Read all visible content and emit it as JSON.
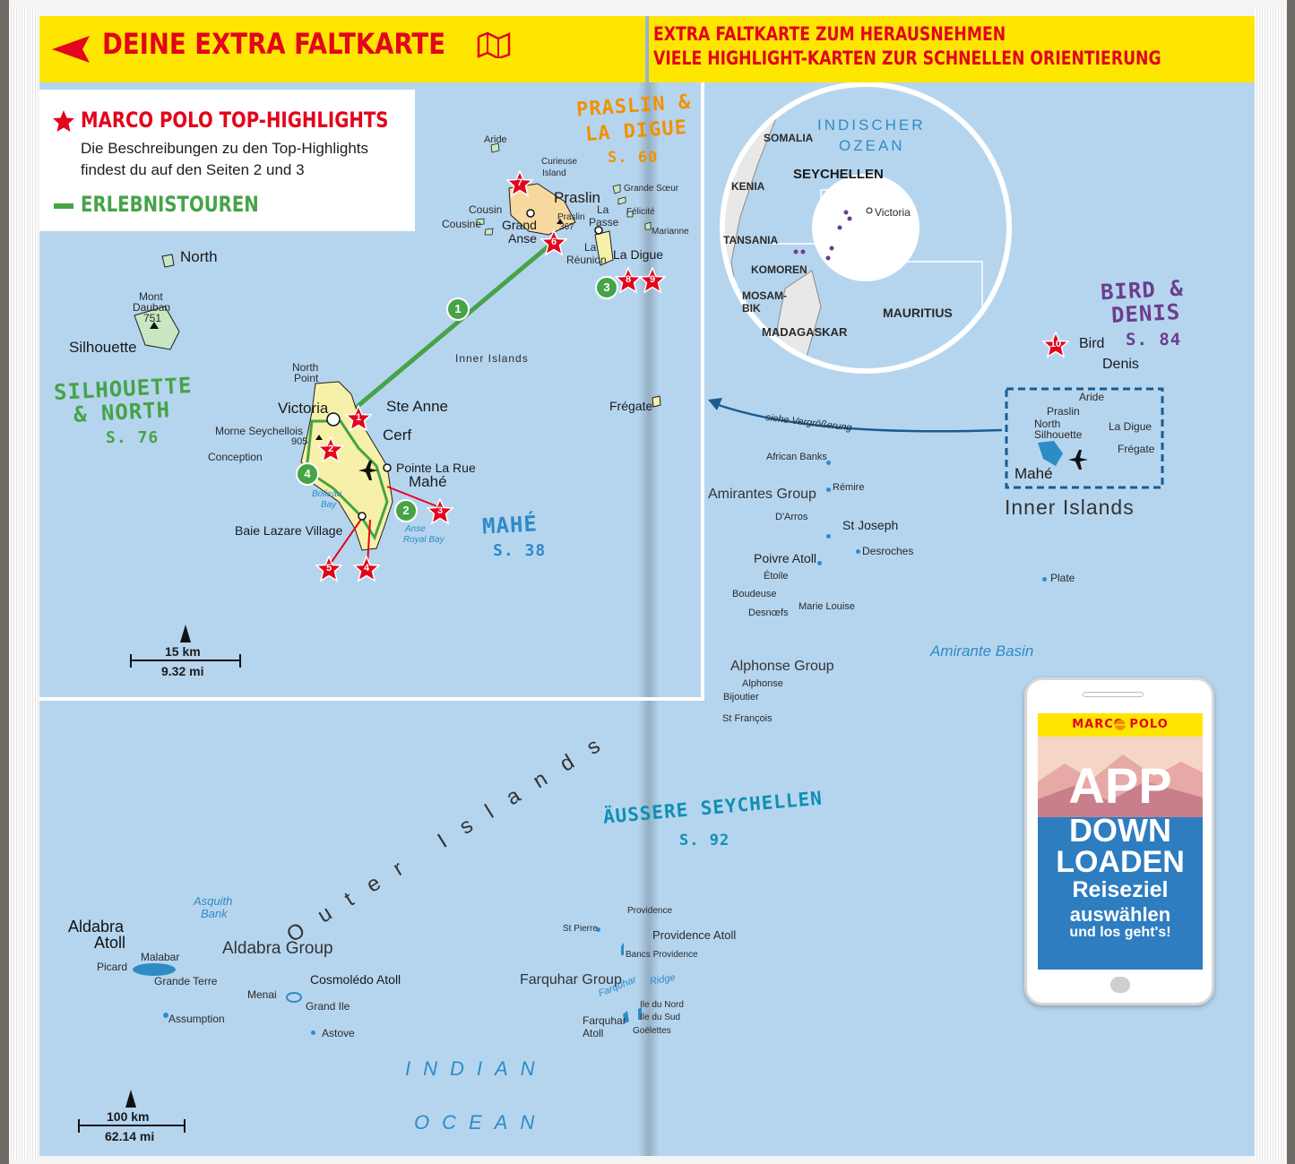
{
  "colors": {
    "sea": "#b5d5ef",
    "banner": "#ffe600",
    "red": "#e2051b",
    "green": "#46a347",
    "orange": "#f29100",
    "purple": "#6b3d8f",
    "teal": "#0f8fb4",
    "phone_blue": "#2e7dc1"
  },
  "banner": {
    "title": "DEINE EXTRA FALTKARTE",
    "right_line1": "EXTRA FALTKARTE ZUM HERAUSNEHMEN",
    "right_line2": "VIELE HIGHLIGHT-KARTEN ZUR SCHNELLEN ORIENTIERUNG"
  },
  "legend": {
    "highlights_title": "MARCO POLO TOP-HIGHLIGHTS",
    "highlights_line1": "Die Beschreibungen zu den Top-Highlights",
    "highlights_line2": "findest du auf den Seiten 2 und 3",
    "tours_title": "ERLEBNISTOUREN"
  },
  "regions": {
    "praslin_1": "PRASLIN &",
    "praslin_2": "LA DIGUE",
    "praslin_page": "S. 60",
    "silhouette_1": "SILHOUETTE",
    "silhouette_2": "& NORTH",
    "silhouette_page": "S. 76",
    "mahe": "MAHÉ",
    "mahe_page": "S. 38",
    "bird_1": "BIRD &",
    "bird_2": "DENIS",
    "bird_page": "S. 84",
    "aussere": "ÄUSSERE SEYCHELLEN",
    "aussere_page": "S. 92"
  },
  "places_inner": {
    "aride": "Aride",
    "curieuse_1": "Curieuse",
    "curieuse_2": "Island",
    "praslin": "Praslin",
    "cousin": "Cousin",
    "cousine": "Cousine",
    "grand_anse_1": "Grand",
    "grand_anse_2": "Anse",
    "grande_soeur": "Grande Sœur",
    "felicite": "Félicité",
    "marianne": "Marianne",
    "la_passe_1": "La",
    "la_passe_2": "Passe",
    "la_reunion_1": "La",
    "la_reunion_2": "Réunion",
    "la_digue": "La Digue",
    "praslin_peak_1": "Praslin",
    "praslin_peak_2": "367",
    "north": "North",
    "mont_dauban_1": "Mont",
    "mont_dauban_2": "Dauban",
    "mont_dauban_3": "751",
    "silhouette": "Silhouette",
    "inner_islands": "Inner Islands",
    "fregate": "Frégate",
    "north_point_1": "North",
    "north_point_2": "Point",
    "victoria": "Victoria",
    "ste_anne": "Ste Anne",
    "cerf": "Cerf",
    "morne": "Morne Seychellois",
    "morne_height": "905",
    "conception": "Conception",
    "pointe_la_rue": "Pointe La Rue",
    "mahe": "Mahé",
    "boileau_1": "Boileau",
    "boileau_2": "Bay",
    "anse_royal_1": "Anse",
    "anse_royal_2": "Royal Bay",
    "baie_lazare": "Baie Lazare Village"
  },
  "scale_inner": {
    "km": "15 km",
    "mi": "9.32 mi"
  },
  "inset": {
    "indischer": "INDISCHER",
    "ozean": "OZEAN",
    "somalia": "SOMALIA",
    "kenia": "KENIA",
    "seychellen": "SEYCHELLEN",
    "victoria": "Victoria",
    "tansania": "TANSANIA",
    "komoren": "KOMOREN",
    "mosambik_1": "MOSAM-",
    "mosambik_2": "BIK",
    "madagaskar": "MADAGASKAR",
    "mauritius": "MAURITIUS"
  },
  "places_right": {
    "bird": "Bird",
    "denis": "Denis",
    "loc_aride": "Aride",
    "loc_praslin": "Praslin",
    "loc_north": "North",
    "loc_silhouette": "Silhouette",
    "loc_la_digue": "La Digue",
    "loc_fregate": "Frégate",
    "loc_mahe": "Mahé",
    "loc_inner": "Inner Islands",
    "siehe": "siehe Vergrößerung",
    "african_banks": "African Banks",
    "amirantes": "Amirantes Group",
    "remire": "Rémire",
    "darros": "D'Arros",
    "st_joseph": "St Joseph",
    "desroches": "Desroches",
    "poivre": "Poivre Atoll",
    "etoile": "Étoile",
    "boudeuse": "Boudeuse",
    "marie_louise": "Marie Louise",
    "desnoefs": "Desnœfs",
    "plate": "Plate",
    "amirante_basin": "Amirante Basin",
    "alphonse_group": "Alphonse Group",
    "alphonse": "Alphonse",
    "bijoutier": "Bijoutier",
    "st_francois": "St François"
  },
  "places_outer": {
    "outer_islands": "Outer Islands",
    "asquith_1": "Asquith",
    "asquith_2": "Bank",
    "aldabra_atoll_1": "Aldabra",
    "aldabra_atoll_2": "Atoll",
    "aldabra_group": "Aldabra Group",
    "malabar": "Malabar",
    "picard": "Picard",
    "grande_terre": "Grande Terre",
    "cosmoledo": "Cosmolédo Atoll",
    "menai": "Menai",
    "grand_ile": "Grand Ile",
    "assumption": "Assumption",
    "astove": "Astove",
    "providence": "Providence",
    "providence_atoll": "Providence Atoll",
    "st_pierre": "St Pierre",
    "bancs_providence": "Bancs Providence",
    "farquhar_group": "Farquhar Group",
    "farquhar_ridge_1": "Farquhar",
    "farquhar_ridge_2": "Ridge",
    "ile_du_nord": "Ile du Nord",
    "ile_du_sud": "Ile du Sud",
    "goelettes": "Goëlettes",
    "farquhar_atoll_1": "Farquhar",
    "farquhar_atoll_2": "Atoll",
    "indian": "INDIAN",
    "ocean": "OCEAN"
  },
  "scale_outer": {
    "km": "100 km",
    "mi": "62.14 mi"
  },
  "app": {
    "brand": "MARCO POLO",
    "app": "APP",
    "down": "DOWN",
    "loaden": "LOADEN",
    "reiseziel": "Reiseziel",
    "auswaehlen": "auswählen",
    "los": "und los geht's!"
  },
  "highlights": [
    "1",
    "2",
    "3",
    "4",
    "5",
    "6",
    "7",
    "8",
    "9",
    "10"
  ],
  "tours": [
    "1",
    "2",
    "3",
    "4"
  ]
}
